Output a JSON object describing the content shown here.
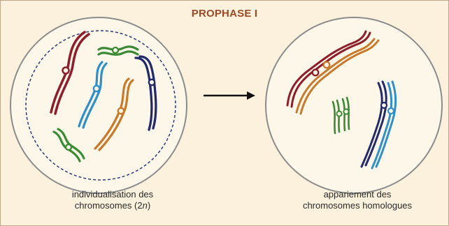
{
  "title": "PROPHASE I",
  "left_caption": {
    "line1": "individualisation des",
    "line2_prefix": "chromosomes (2",
    "line2_italic": "n",
    "line2_suffix": ")"
  },
  "right_caption": {
    "line1": "appariement des",
    "line2": "chromosomes homologues"
  },
  "colors": {
    "title": "#9c4a26",
    "cell_fill": "#fdf7ea",
    "cell_stroke": "#8c8c8c",
    "nucleus_stroke": "#2b3a7a",
    "red": "#8e1f2a",
    "green": "#3b8a34",
    "blue": "#2f8fc8",
    "orange": "#c87a2a",
    "navy": "#222a6a",
    "arrow": "#111111"
  }
}
